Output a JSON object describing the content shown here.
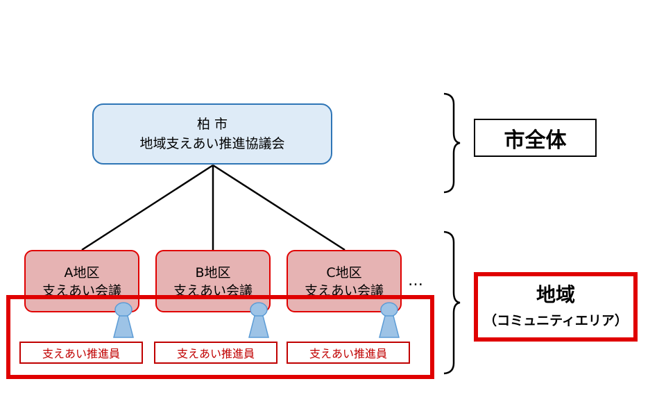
{
  "council": {
    "line1": "柏 市",
    "line2": "地域支えあい推進協議会"
  },
  "districts": [
    {
      "line1": "A地区",
      "line2": "支えあい会議"
    },
    {
      "line1": "B地区",
      "line2": "支えあい会議"
    },
    {
      "line1": "C地区",
      "line2": "支えあい会議"
    }
  ],
  "ellipsis": "…",
  "promoters": [
    "支えあい推進員",
    "支えあい推進員",
    "支えあい推進員"
  ],
  "labels": {
    "city_whole": "市全体",
    "region": "地域",
    "region_sub": "（コミュニティエリア）"
  },
  "colors": {
    "council_fill": "#deebf7",
    "council_border": "#2e75b6",
    "district_fill": "#e6b3b3",
    "accent_red": "#e00000",
    "person_fill": "#9dc3e6",
    "person_stroke": "#5b9bd5"
  }
}
